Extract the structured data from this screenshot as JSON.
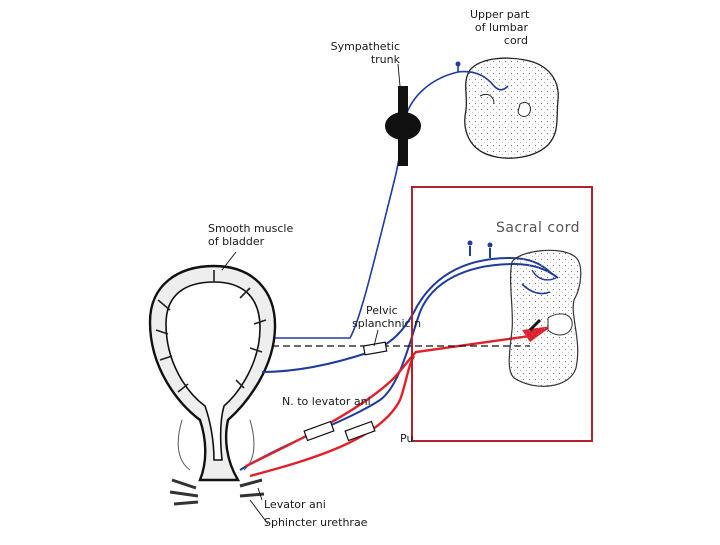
{
  "labels": {
    "upper_lumbar": [
      "Upper part",
      "of lumbar",
      "cord"
    ],
    "sympathetic_trunk": [
      "Sympathetic",
      "trunk"
    ],
    "smooth_muscle": [
      "Smooth muscle",
      "of bladder"
    ],
    "pelvic_splanchnic": [
      "Pelvic",
      "splanchnic n"
    ],
    "sacral_cord": "Sacral cord",
    "n_levator": "N. to levator ani",
    "pu_partial": "Pu",
    "levator_ani": "Levator ani",
    "sphincter_urethrae": "Sphincter urethrae"
  },
  "colors": {
    "autonomic_nerve": "#1e3c9e",
    "somatic_nerve": "#e0202a",
    "highlight_box": "#b0232a",
    "outline": "#1a1a1a"
  }
}
